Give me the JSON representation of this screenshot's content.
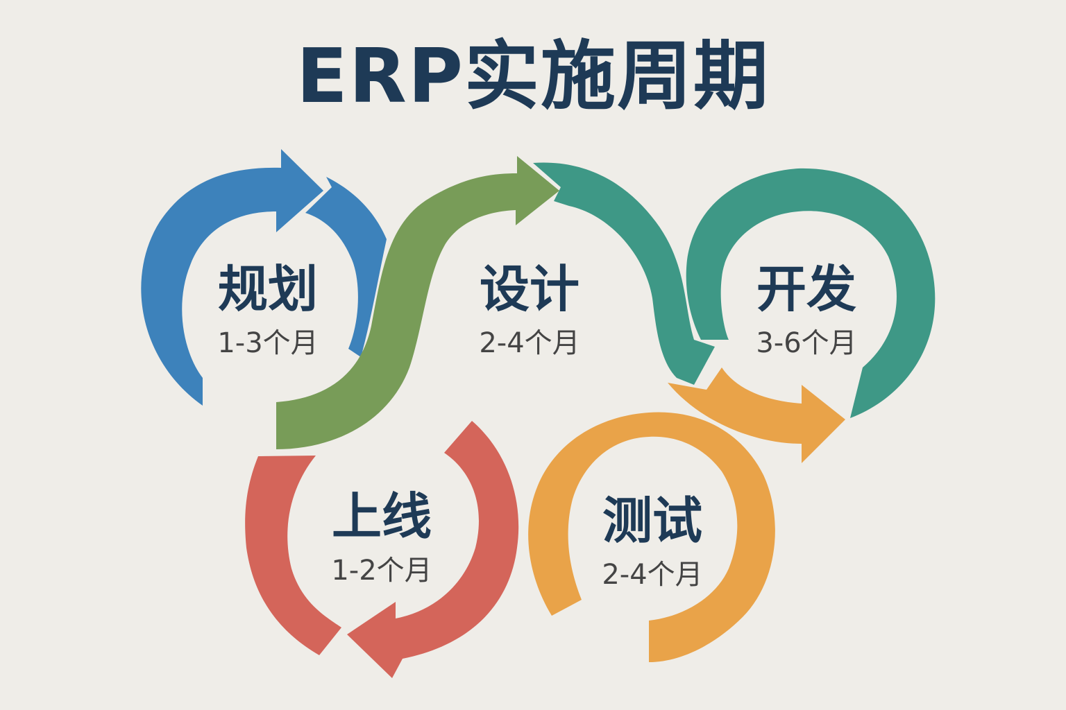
{
  "title": "ERP实施周期",
  "stages": [
    {
      "name": "规划",
      "duration": "1-3个月",
      "color": "#3d82bb"
    },
    {
      "name": "设计",
      "duration": "2-4个月",
      "color": "#789c58"
    },
    {
      "name": "开发",
      "duration": "3-6个月",
      "color": "#3e9886"
    },
    {
      "name": "测试",
      "duration": "2-4个月",
      "color": "#e9a349"
    },
    {
      "name": "上线",
      "duration": "1-2个月",
      "color": "#d4655a"
    }
  ],
  "colors": {
    "background": "#efede8",
    "title": "#1e3a56",
    "duration_text": "#444444"
  }
}
